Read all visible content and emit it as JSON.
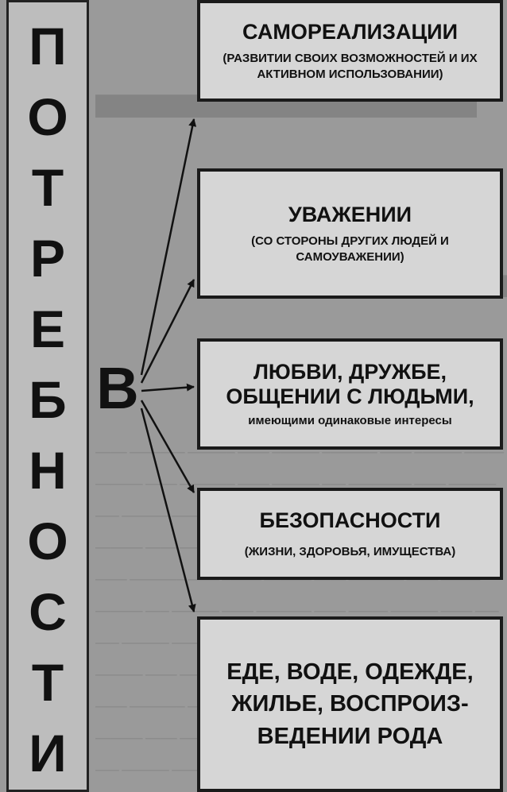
{
  "diagram": {
    "vertical_word_letters": [
      "П",
      "О",
      "Т",
      "Р",
      "Е",
      "Б",
      "Н",
      "О",
      "С",
      "Т",
      "И"
    ],
    "preposition": "В",
    "needs": [
      {
        "title": "САМОРЕАЛИЗАЦИИ",
        "subtitle": "(РАЗВИТИИ СВОИХ ВОЗМОЖНОСТЕЙ И ИХ АКТИВНОМ ИСПОЛЬЗОВАНИИ)"
      },
      {
        "title": "УВАЖЕНИИ",
        "subtitle": "(СО СТОРОНЫ ДРУГИХ ЛЮДЕЙ И САМОУВАЖЕНИИ)"
      },
      {
        "title": "ЛЮБВИ, ДРУЖБЕ, ОБЩЕНИИ С ЛЮДЬМИ,",
        "subtitle": "имеющими одинаковые интересы"
      },
      {
        "title": "БЕЗОПАСНОСТИ",
        "subtitle": "(ЖИЗНИ, ЗДОРОВЬЯ, ИМУЩЕСТВА)"
      },
      {
        "title": "ЕДЕ, ВОДЕ, ОДЕЖДЕ, ЖИЛЬЕ, ВОСПРОИЗ-ВЕДЕНИИ РОДА",
        "subtitle": ""
      }
    ]
  }
}
